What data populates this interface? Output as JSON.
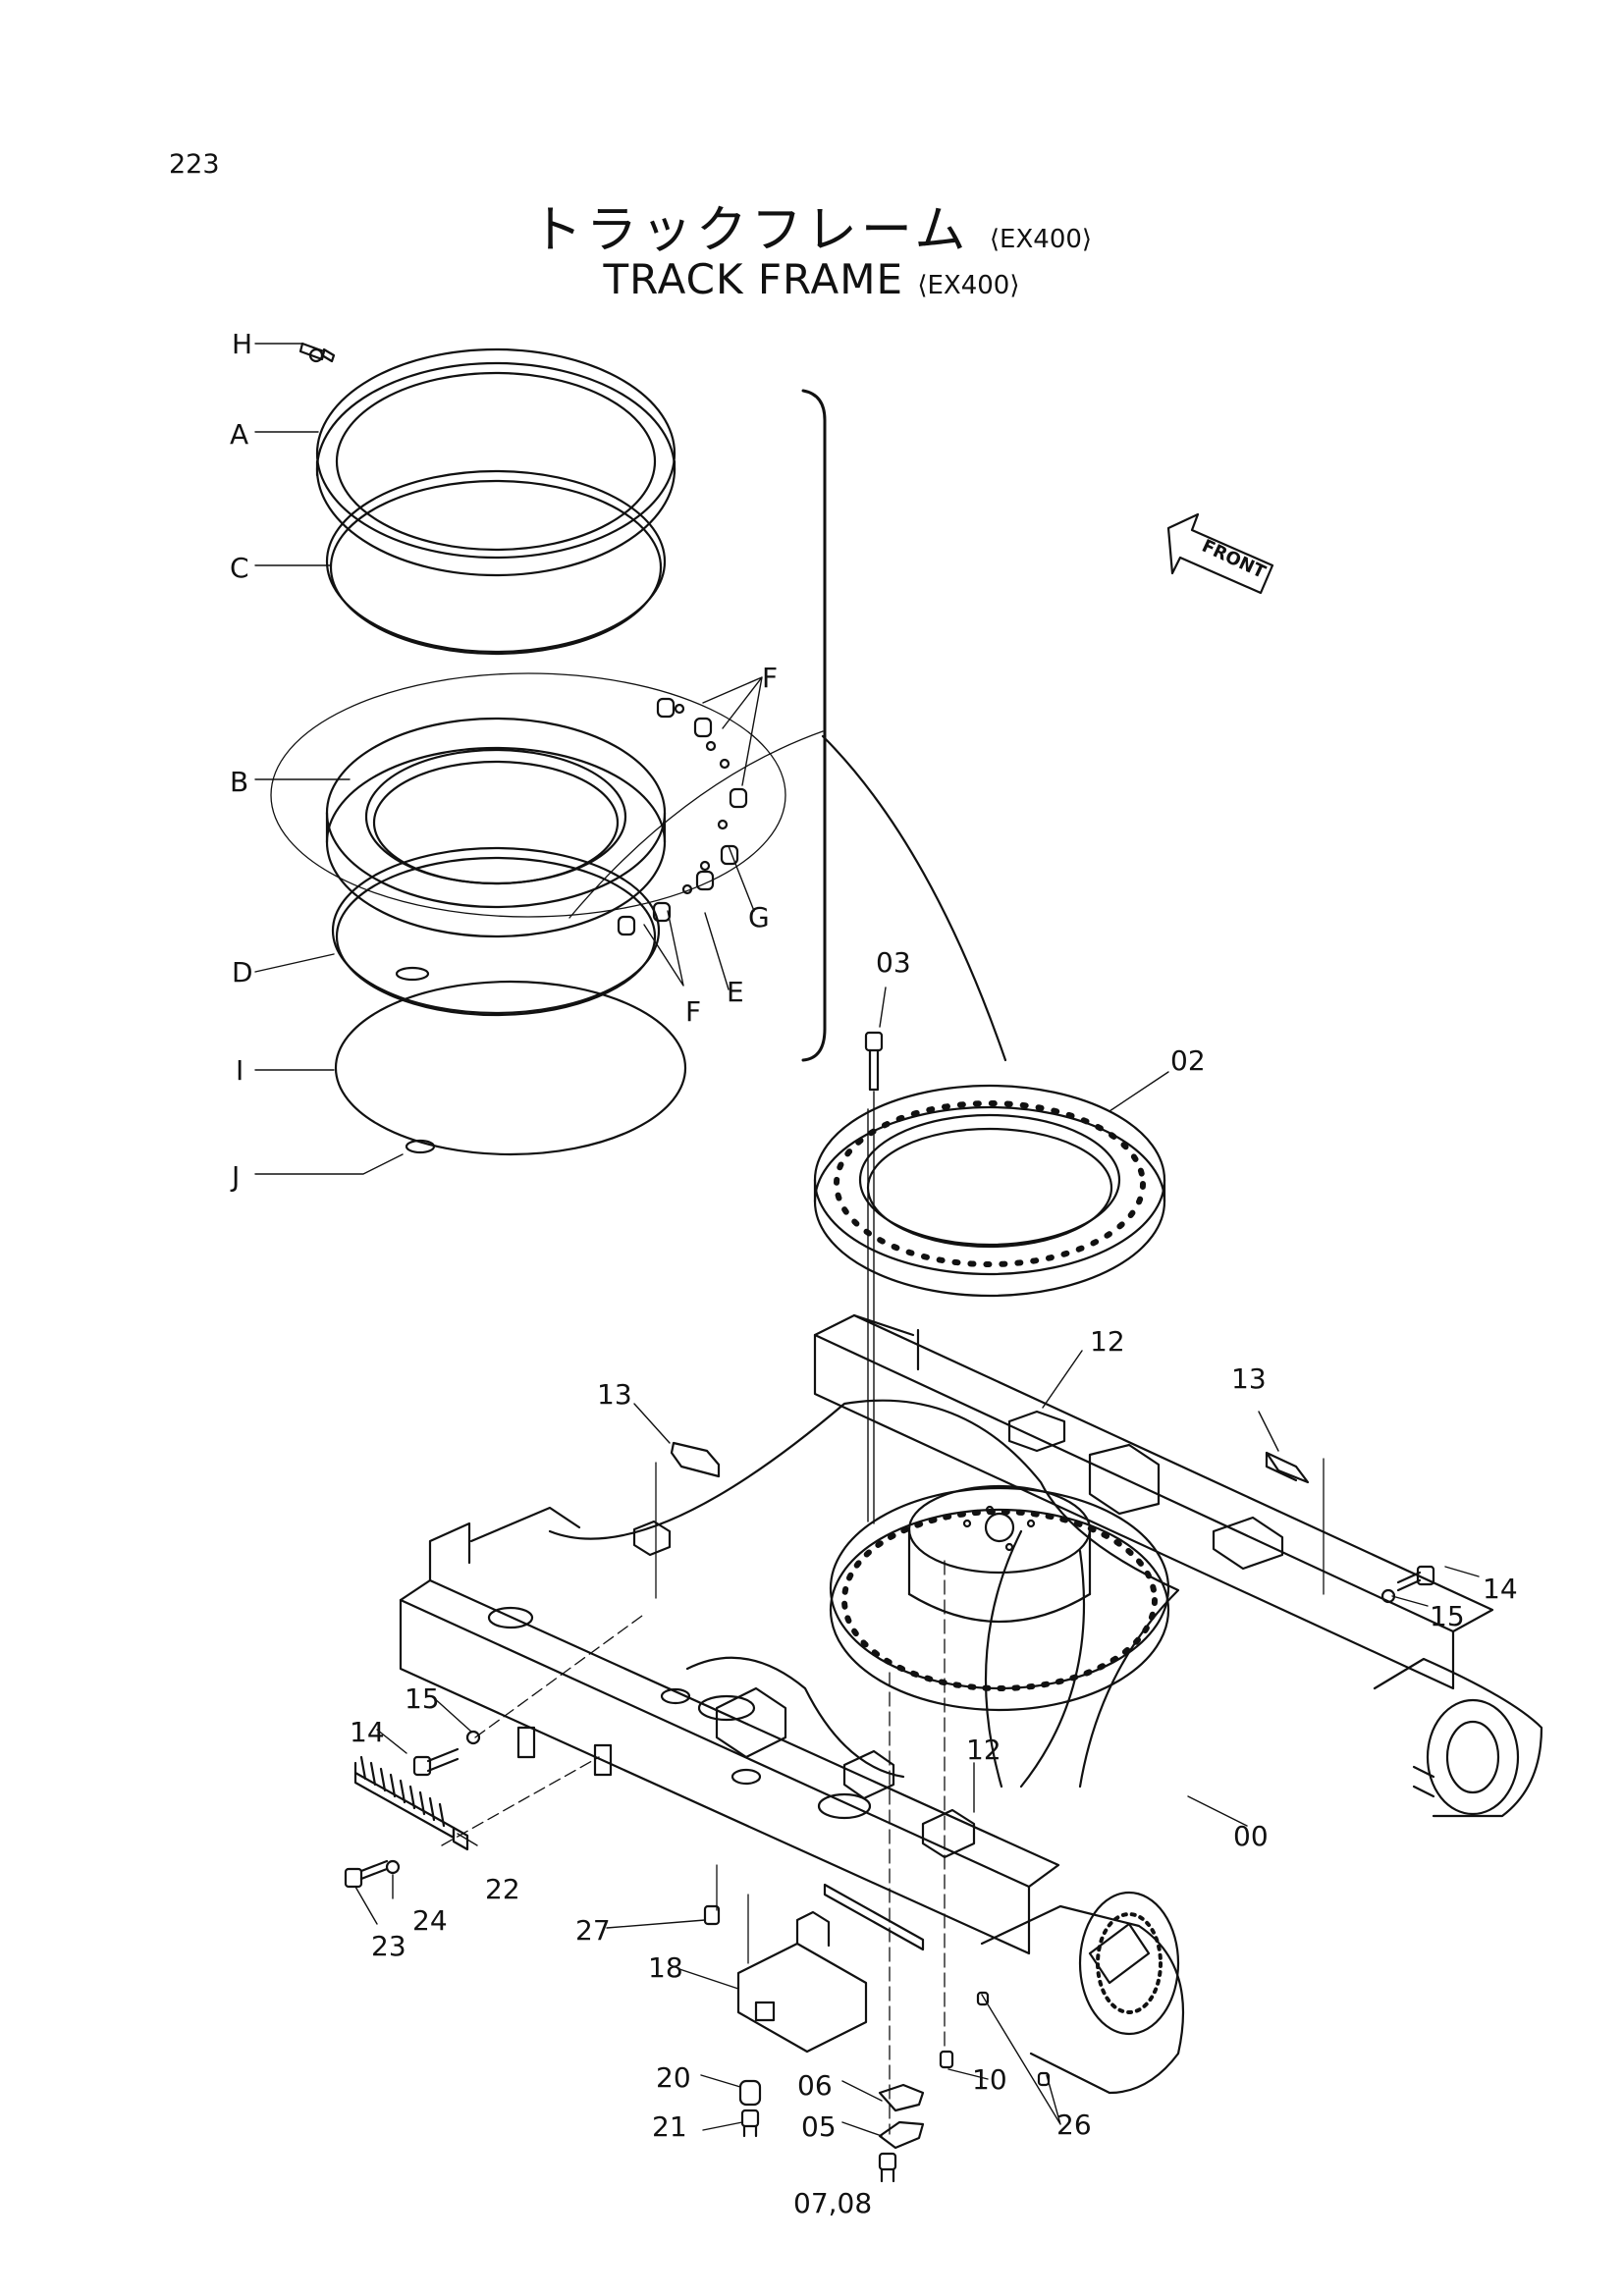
{
  "page_number": "223",
  "title_jp": "トラックフレーム",
  "title_en": "TRACK FRAME",
  "model_tag": "⟨EX400⟩",
  "front_label": "FRONT",
  "callouts": {
    "H": "H",
    "A": "A",
    "C": "C",
    "F": "F",
    "B": "B",
    "G": "G",
    "E": "E",
    "D": "D",
    "I": "I",
    "J": "J",
    "p00": "00",
    "p02": "02",
    "p03": "03",
    "p05": "05",
    "p06": "06",
    "p0708": "07,08",
    "p10": "10",
    "p12": "12",
    "p13": "13",
    "p14": "14",
    "p15": "15",
    "p18": "18",
    "p20": "20",
    "p21": "21",
    "p22": "22",
    "p23": "23",
    "p24": "24",
    "p26": "26",
    "p27": "27"
  }
}
